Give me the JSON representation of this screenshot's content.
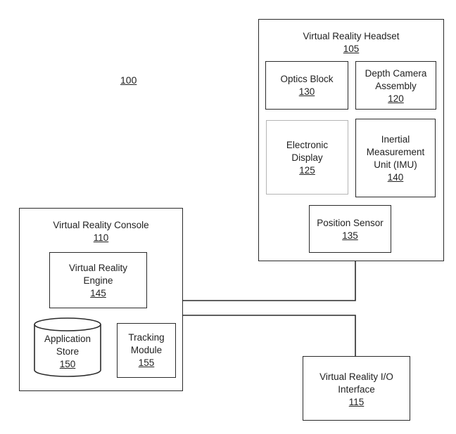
{
  "figure_ref": "100",
  "headset": {
    "title": "Virtual Reality Headset",
    "number": "105",
    "optics": {
      "title": "Optics Block",
      "number": "130"
    },
    "depth_camera": {
      "line1": "Depth Camera",
      "line2": "Assembly",
      "number": "120"
    },
    "display": {
      "line1": "Electronic",
      "line2": "Display",
      "number": "125"
    },
    "imu": {
      "line1": "Inertial",
      "line2": "Measurement",
      "line3": "Unit (IMU)",
      "number": "140"
    },
    "position_sensor": {
      "title": "Position Sensor",
      "number": "135"
    }
  },
  "console": {
    "title": "Virtual Reality Console",
    "number": "110",
    "engine": {
      "line1": "Virtual Reality",
      "line2": "Engine",
      "number": "145"
    },
    "app_store": {
      "line1": "Application",
      "line2": "Store",
      "number": "150"
    },
    "tracking": {
      "line1": "Tracking",
      "line2": "Module",
      "number": "155"
    }
  },
  "io_interface": {
    "line1": "Virtual Reality I/O",
    "line2": "Interface",
    "number": "115"
  }
}
